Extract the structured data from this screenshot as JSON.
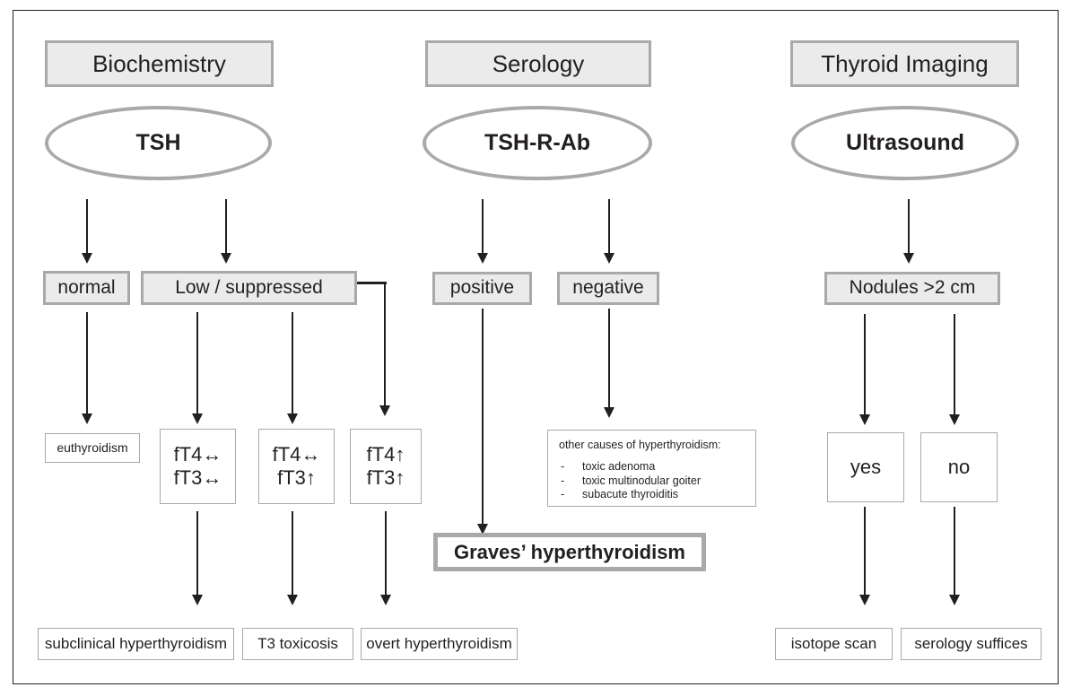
{
  "diagram": {
    "title": "Thyroid hyperthyroidism diagnostic flowchart",
    "colors": {
      "frame_border": "#231f20",
      "node_border_gray": "#a9a9a9",
      "node_fill_gray": "#ebebeb",
      "node_fill_white": "#ffffff",
      "arrow": "#231f20",
      "text": "#231f20"
    }
  },
  "columns": [
    {
      "id": "biochemistry",
      "header": "Biochemistry",
      "test": "TSH",
      "results": [
        "normal",
        "Low / suppressed"
      ],
      "hormone_panels": [
        {
          "line1": "fT4↔",
          "line2": "fT3↔"
        },
        {
          "line1": "fT4↔",
          "line2": "fT3↑"
        },
        {
          "line1": "fT4↑",
          "line2": "fT3↑"
        }
      ],
      "euthyroid": "euthyroidism",
      "outcomes": [
        "subclinical hyperthyroidism",
        "T3 toxicosis",
        "overt hyperthyroidism"
      ]
    },
    {
      "id": "serology",
      "header": "Serology",
      "test": "TSH-R-Ab",
      "results": [
        "positive",
        "negative"
      ],
      "diagnosis": "Graves’ hyperthyroidism",
      "other_causes": {
        "title": "other causes of hyperthyroidism:",
        "items": [
          "toxic adenoma",
          "toxic multinodular goiter",
          "subacute thyroiditis"
        ]
      }
    },
    {
      "id": "thyroid-imaging",
      "header": "Thyroid Imaging",
      "test": "Ultrasound",
      "finding": "Nodules >2 cm",
      "answers": [
        "yes",
        "no"
      ],
      "outcomes": [
        "isotope scan",
        "serology suffices"
      ]
    }
  ]
}
